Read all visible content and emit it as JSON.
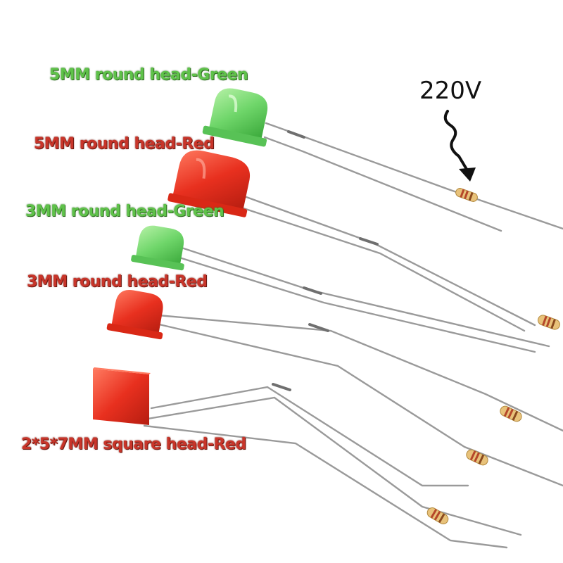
{
  "labels": {
    "green_5mm": "5MM round head-Green",
    "red_5mm": "5MM round head-Red",
    "green_3mm": "3MM round head-Green",
    "red_3mm": "3MM round head-Red",
    "red_square": "2*5*7MM square head-Red"
  },
  "voltage": "220V",
  "colors": {
    "green_led": "#6fd66a",
    "red_led": "#e8301f",
    "label_green": "#5fc24a",
    "label_red": "#c8352a",
    "wire": "#9a9a9a",
    "resistor": "#e8c27a",
    "resistor_band": "#b5472a"
  },
  "icons": {
    "arrow": "squiggle-arrow-icon",
    "resistor": "resistor-icon",
    "led": "led-icon"
  }
}
